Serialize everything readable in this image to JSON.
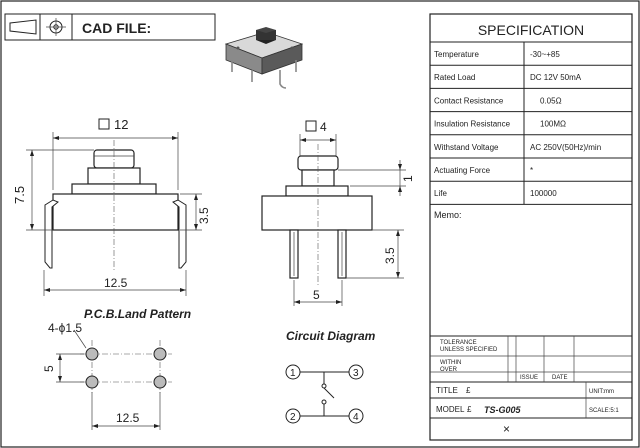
{
  "header": {
    "cad_label": "CAD FILE:"
  },
  "spec": {
    "title": "SPECIFICATION",
    "rows": [
      {
        "label": "Temperature",
        "value": "-30~+85"
      },
      {
        "label": "Rated Load",
        "value": "DC 12V 50mA"
      },
      {
        "label": "Contact Resistance",
        "value": "0.05Ω"
      },
      {
        "label": "Insulation Resistance",
        "value": "100MΩ"
      },
      {
        "label": "Withstand Voltage",
        "value": "AC 250V(50Hz)/min"
      },
      {
        "label": "Actuating Force",
        "value": "*"
      },
      {
        "label": "Life",
        "value": "100000"
      }
    ],
    "memo_label": "Memo:"
  },
  "title_block": {
    "tolerance_l1": "TOLERANCE",
    "tolerance_l2": "UNLESS SPECIFIED",
    "within_l1": "WITHIN",
    "within_l2": "OVER",
    "issue": "ISSUE",
    "date": "DATE",
    "title_label": "TITLE",
    "title_value": "£",
    "unit": "UNIT:mm",
    "model_label": "MODEL",
    "model_value": "£",
    "model_name": "TS-G005",
    "scale": "SCALE:5:1",
    "close_mark": "×"
  },
  "drawing": {
    "front_width": "12",
    "side_width": "4",
    "height_total": "7.5",
    "height_body": "3.5",
    "pitch_front": "12.5",
    "side_dim_1": "1",
    "side_leg": "3.5",
    "side_pitch": "5",
    "pcb_title": "P.C.B.Land Pattern",
    "hole_label": "4-ϕ1.5",
    "pcb_vertical": "5",
    "pcb_horizontal": "12.5",
    "circuit_title": "Circuit Diagram",
    "pin1": "1",
    "pin2": "2",
    "pin3": "3",
    "pin4": "4"
  }
}
